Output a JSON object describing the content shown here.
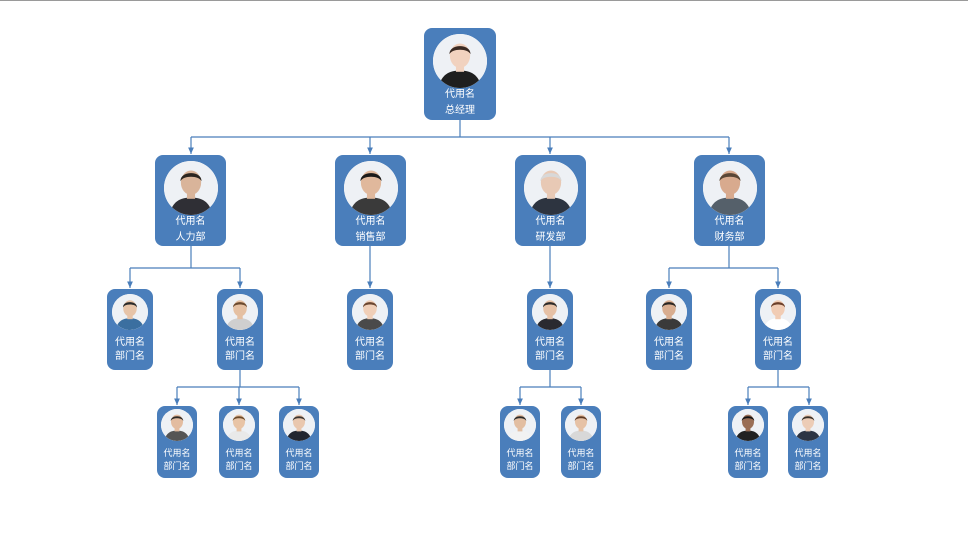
{
  "colors": {
    "card": "#4a7ebb",
    "connector": "#4a7ebb",
    "text": "#ffffff"
  },
  "nodes": [
    {
      "name": "代用名",
      "role": "总经理",
      "avatar": {
        "icon": "person-icon",
        "skin": "#f1d2bf",
        "hair": "#3a2a22",
        "shirt": "#1f1f1f"
      }
    },
    {
      "name": "代用名",
      "role": "人力部",
      "avatar": {
        "icon": "person-icon",
        "skin": "#d9b49a",
        "hair": "#2b2520",
        "shirt": "#2f2f35"
      }
    },
    {
      "name": "代用名",
      "role": "销售部",
      "avatar": {
        "icon": "person-icon",
        "skin": "#e0b89c",
        "hair": "#1c1a19",
        "shirt": "#3a3a3a"
      }
    },
    {
      "name": "代用名",
      "role": "研发部",
      "avatar": {
        "icon": "person-icon",
        "skin": "#e8c9b5",
        "hair": "#d8d8d8",
        "shirt": "#2d3440"
      }
    },
    {
      "name": "代用名",
      "role": "财务部",
      "avatar": {
        "icon": "person-icon",
        "skin": "#d8aa8e",
        "hair": "#5a4636",
        "shirt": "#55606a"
      }
    },
    {
      "name": "代用名",
      "role": "部门名",
      "avatar": {
        "icon": "person-icon",
        "skin": "#e7c4a8",
        "hair": "#2a2a2a",
        "shirt": "#3b6fa0"
      }
    },
    {
      "name": "代用名",
      "role": "部门名",
      "avatar": {
        "icon": "person-icon",
        "skin": "#e5c0a2",
        "hair": "#6b4a2f",
        "shirt": "#cfcfcf"
      }
    },
    {
      "name": "代用名",
      "role": "部门名",
      "avatar": {
        "icon": "person-icon",
        "skin": "#f0cfb8",
        "hair": "#6a4630",
        "shirt": "#4a4a4a"
      }
    },
    {
      "name": "代用名",
      "role": "部门名",
      "avatar": {
        "icon": "person-icon",
        "skin": "#e6c1a6",
        "hair": "#2d2b2a",
        "shirt": "#2a2a30"
      }
    },
    {
      "name": "代用名",
      "role": "部门名",
      "avatar": {
        "icon": "person-icon",
        "skin": "#d8ad90",
        "hair": "#2a2623",
        "shirt": "#3a3a3a"
      }
    },
    {
      "name": "代用名",
      "role": "部门名",
      "avatar": {
        "icon": "person-icon",
        "skin": "#f1ccb4",
        "hair": "#6b3f2a",
        "shirt": "#ffffff"
      }
    },
    {
      "name": "代用名",
      "role": "部门名",
      "avatar": {
        "icon": "person-icon",
        "skin": "#e3bca0",
        "hair": "#2f2a25",
        "shirt": "#555555"
      }
    },
    {
      "name": "代用名",
      "role": "部门名",
      "avatar": {
        "icon": "person-icon",
        "skin": "#e8c4a6",
        "hair": "#6b4a2a",
        "shirt": "#e9e9e9"
      }
    },
    {
      "name": "代用名",
      "role": "部门名",
      "avatar": {
        "icon": "person-icon",
        "skin": "#e9c7ae",
        "hair": "#3d3630",
        "shirt": "#222630"
      }
    },
    {
      "name": "代用名",
      "role": "部门名",
      "avatar": {
        "icon": "person-icon",
        "skin": "#e2bea2",
        "hair": "#2a2a2a",
        "shirt": "#f2f2f2"
      }
    },
    {
      "name": "代用名",
      "role": "部门名",
      "avatar": {
        "icon": "person-icon",
        "skin": "#e6c2a6",
        "hair": "#5e3b25",
        "shirt": "#d8d8d8"
      }
    },
    {
      "name": "代用名",
      "role": "部门名",
      "avatar": {
        "icon": "person-icon",
        "skin": "#9a6e55",
        "hair": "#121212",
        "shirt": "#222222"
      }
    },
    {
      "name": "代用名",
      "role": "部门名",
      "avatar": {
        "icon": "person-icon",
        "skin": "#ecccb6",
        "hair": "#3a3128",
        "shirt": "#2d3544"
      }
    }
  ]
}
